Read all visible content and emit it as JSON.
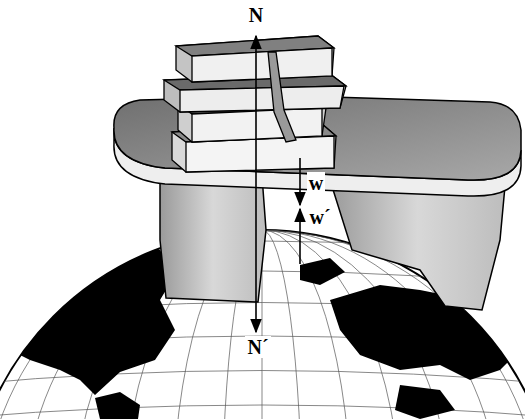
{
  "diagram": {
    "labels": [
      "N",
      "w",
      "w´",
      "N´"
    ]
  }
}
